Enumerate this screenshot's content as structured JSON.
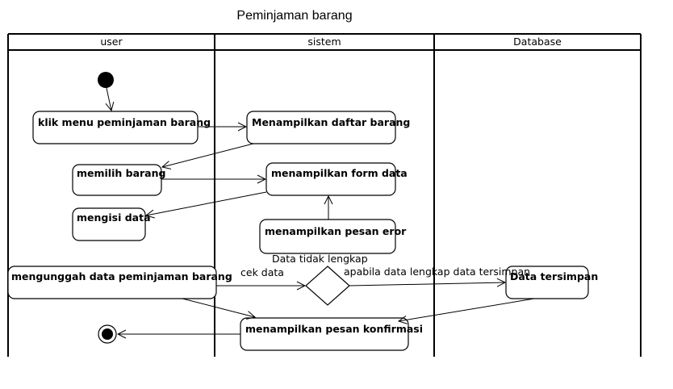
{
  "title": "Peminjaman barang",
  "lanes": {
    "user": "user",
    "sistem": "sistem",
    "database": "Database"
  },
  "nodes": {
    "klik_menu": "klik menu peminjaman barang",
    "menampilkan_daftar": "Menampilkan daftar barang",
    "memilih_barang": "memilih barang",
    "menampilkan_form": "menampilkan form data",
    "mengisi_data": "mengisi data",
    "pesan_eror": "menampilkan pesan eror",
    "mengunggah": "mengunggah data peminjaman barang",
    "data_tersimpan": "Data tersimpan",
    "pesan_konfirmasi": "menampilkan pesan konfirmasi"
  },
  "edge_labels": {
    "cek_data": "cek data",
    "tidak_lengkap": "Data tidak lengkap",
    "lengkap": "apabila data lengkap data tersimpan"
  }
}
